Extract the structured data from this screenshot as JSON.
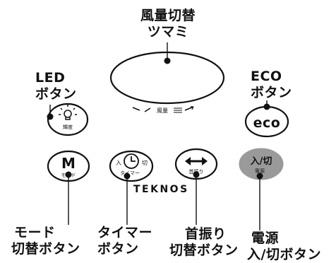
{
  "labels": {
    "fan_dial": [
      "風量切替",
      "ツマミ"
    ],
    "led_button": [
      "LED",
      "ボタン"
    ],
    "eco_button": [
      "ECO",
      "ボタン"
    ],
    "mode_button": [
      "モード",
      "切替ボタン"
    ],
    "timer_button": [
      "タイマー",
      "ボタン"
    ],
    "swing_button": [
      "首振り",
      "切替ボタン"
    ],
    "power_button": [
      "電源",
      "入/切ボタン"
    ]
  },
  "buttons": {
    "led_sub": "輝度",
    "eco_text": "eco",
    "mode_main": "M",
    "mode_sub": "モード",
    "timer_left": "入",
    "timer_right": "切",
    "timer_sub": "タイマー",
    "swing_sub": "首振り",
    "power_main": "入/切",
    "power_sub": "電源"
  },
  "dial_scale_label": "風量",
  "brand": "TEKNOS"
}
